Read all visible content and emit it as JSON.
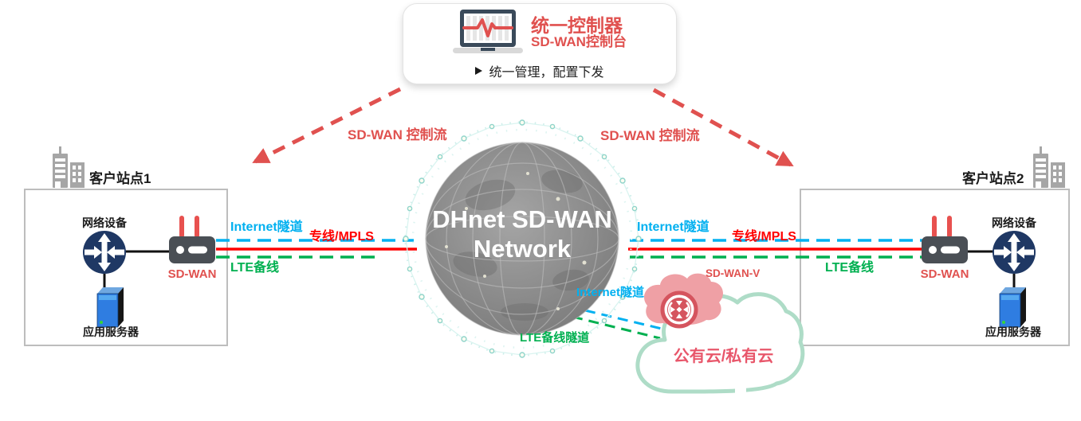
{
  "controller": {
    "title": "统一控制器",
    "subtitle": "SD-WAN控制台",
    "bullet_text": "统一管理，配置下发"
  },
  "control_flow": {
    "left_label": "SD-WAN 控制流",
    "right_label": "SD-WAN 控制流"
  },
  "globe": {
    "line1": "DHnet SD-WAN",
    "line2": "Network"
  },
  "sites": {
    "site1": {
      "name": "客户站点1",
      "network_device": "网络设备",
      "sdwan": "SD-WAN",
      "app_server": "应用服务器"
    },
    "site2": {
      "name": "客户站点2",
      "network_device": "网络设备",
      "sdwan": "SD-WAN",
      "app_server": "应用服务器"
    }
  },
  "tunnels": {
    "left": {
      "internet": "Internet隧道",
      "mpls": "专线/MPLS",
      "lte": "LTE备线"
    },
    "right": {
      "internet": "Internet隧道",
      "mpls": "专线/MPLS",
      "lte": "LTE备线"
    },
    "to_cloud": {
      "internet": "Internet隧道",
      "lte": "LTE备线隧道"
    }
  },
  "cloud": {
    "label": "公有云/私有云",
    "vdevice": "SD-WAN-V"
  },
  "colors": {
    "internet_blue": "#00B0F0",
    "mpls_red": "#FF0000",
    "lte_green": "#00B050",
    "control_red": "#E0514F",
    "cloud_stroke": "#AEDCC7",
    "cloud_text": "#E8566A",
    "device_gray": "#4A4F55",
    "router_navy": "#1F3864",
    "building_gray": "#A6A6A6"
  }
}
